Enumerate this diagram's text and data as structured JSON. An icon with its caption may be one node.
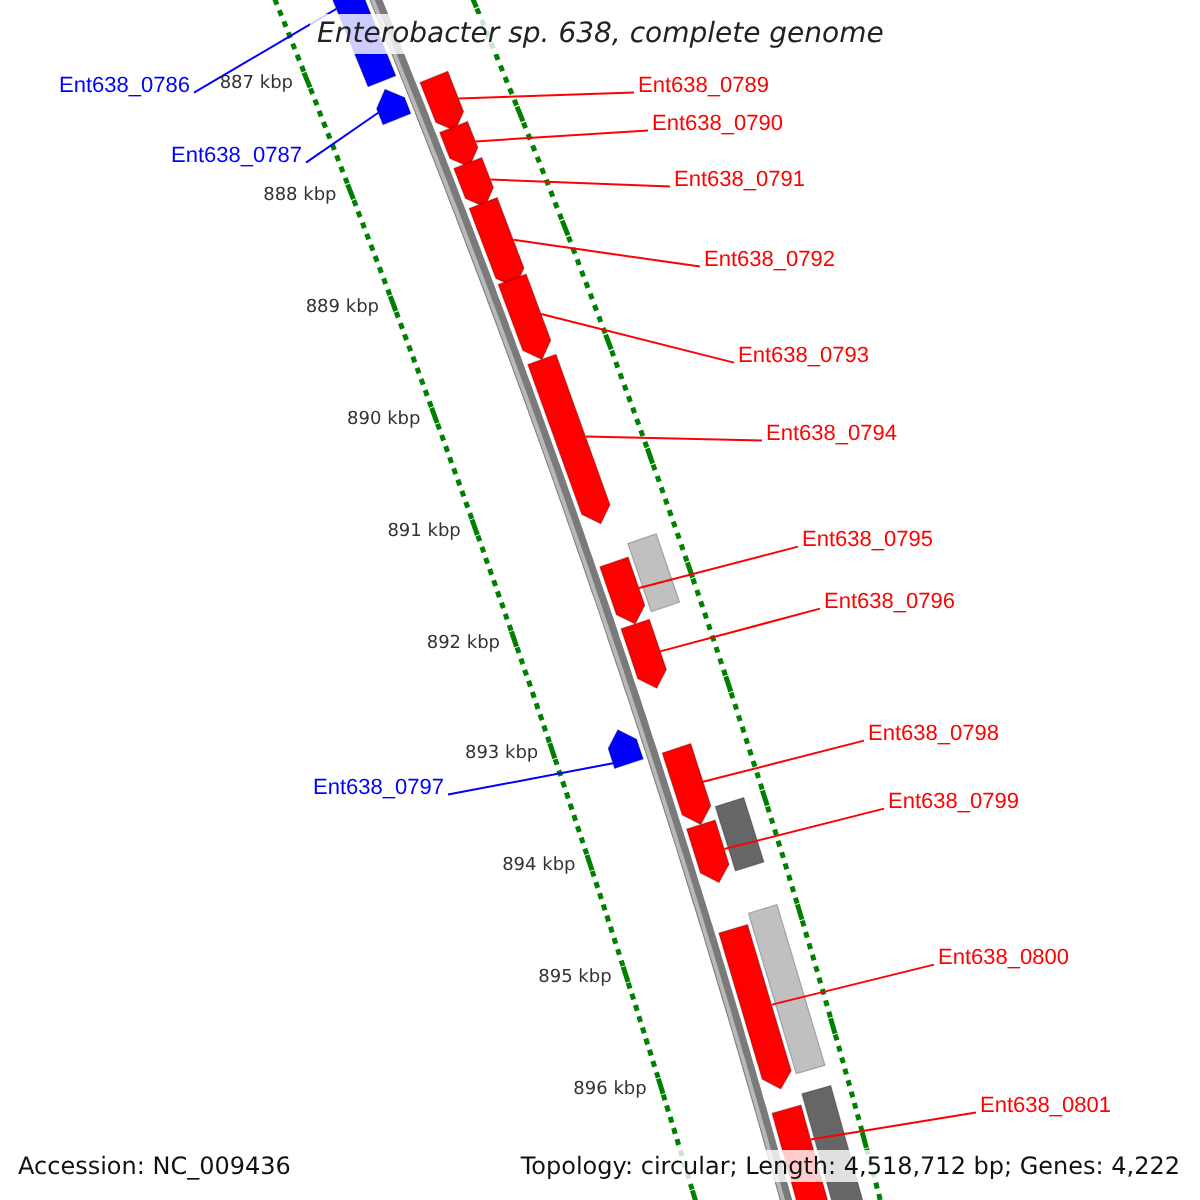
{
  "diagram": {
    "title": "Enterobacter sp. 638, complete genome",
    "nodes": [
      {
        "text": [
          "Ent638_0786"
        ]
      },
      {
        "text": [
          "Ent638_0789"
        ]
      },
      {
        "text": [
          "Ent638_0790"
        ]
      },
      {
        "text": [
          "Ent638_0787"
        ]
      },
      {
        "text": [
          "Ent638_0791"
        ]
      },
      {
        "text": [
          "Ent638_0792"
        ]
      },
      {
        "text": [
          "Ent638_0793"
        ]
      },
      {
        "text": [
          "Ent638_0794"
        ]
      },
      {
        "text": [
          "Ent638_0795"
        ]
      },
      {
        "text": [
          "Ent638_0796"
        ]
      },
      {
        "text": [
          "Ent638_0798"
        ]
      },
      {
        "text": [
          "Ent638_0797"
        ]
      },
      {
        "text": [
          "Ent638_0799"
        ]
      },
      {
        "text": [
          "Ent638_0800"
        ]
      },
      {
        "text": [
          "Ent638_0801"
        ]
      },
      {
        "text": [],
        "shape": "bar"
      },
      {
        "text": [],
        "shape": "bar"
      },
      {
        "text": [],
        "shape": "bar"
      },
      {
        "text": [],
        "shape": "bar"
      },
      {
        "text": [],
        "shape": "bar"
      },
      {
        "text": [],
        "shape": "bar"
      },
      {
        "text": [],
        "shape": "bar"
      },
      {
        "text": [],
        "shape": "bar"
      },
      {
        "text": [],
        "shape": "bar"
      },
      {
        "text": [],
        "shape": "bar"
      },
      {
        "text": [],
        "shape": "bar"
      },
      {
        "text": [],
        "shape": "bar"
      },
      {
        "text": [],
        "shape": "bar"
      },
      {
        "text": [],
        "shape": "bar"
      },
      {
        "text": [],
        "shape": "bar"
      },
      {
        "text": [],
        "shape": "box"
      },
      {
        "text": [],
        "shape": "box"
      },
      {
        "text": [],
        "shape": "box"
      },
      {
        "text": [],
        "shape": "box"
      }
    ],
    "edges": [
      {
        "from": 0,
        "to": 15,
        "arrow": "none",
        "color": "#0000ff"
      },
      {
        "from": 1,
        "to": 17,
        "arrow": "none"
      },
      {
        "from": 2,
        "to": 18,
        "arrow": "none"
      },
      {
        "from": 3,
        "to": 16,
        "arrow": "none",
        "color": "#0000ff"
      },
      {
        "from": 4,
        "to": 19,
        "arrow": "none"
      },
      {
        "from": 5,
        "to": 20,
        "arrow": "none"
      },
      {
        "from": 6,
        "to": 21,
        "arrow": "none"
      },
      {
        "from": 7,
        "to": 22,
        "arrow": "none"
      },
      {
        "from": 8,
        "to": 23,
        "arrow": "none"
      },
      {
        "from": 9,
        "to": 24,
        "arrow": "none"
      },
      {
        "from": 10,
        "to": 26,
        "arrow": "none"
      },
      {
        "from": 11,
        "to": 25,
        "arrow": "none",
        "color": "#0000ff"
      },
      {
        "from": 12,
        "to": 27,
        "arrow": "none"
      },
      {
        "from": 13,
        "to": 28,
        "arrow": "none"
      },
      {
        "from": 14,
        "to": 29,
        "arrow": "none"
      }
    ],
    "labels": [
      "887 kbp",
      "888 kbp",
      "889 kbp",
      "890 kbp",
      "891 kbp",
      "892 kbp",
      "893 kbp",
      "894 kbp",
      "895 kbp",
      "896 kbp",
      "Accession: NC_009436",
      "Topology: circular; Length: 4,518,712 bp; Genes: 4,222"
    ]
  }
}
